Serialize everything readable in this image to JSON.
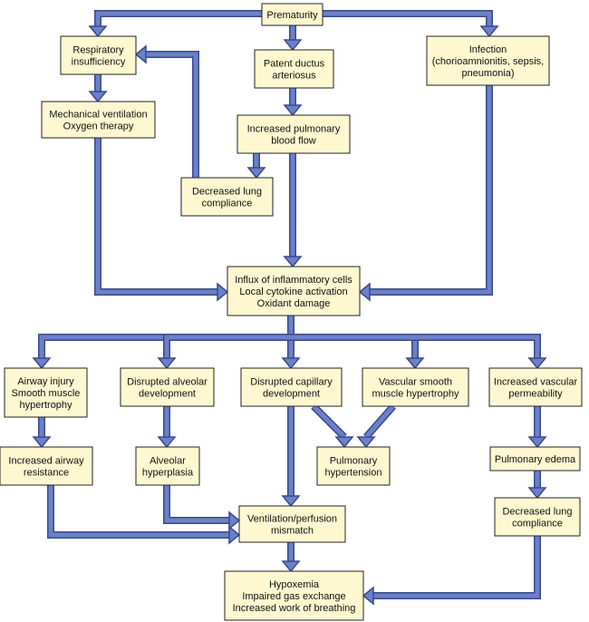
{
  "nodes": {
    "prematurity": [
      "Prematurity"
    ],
    "respiratory_insufficiency": [
      "Respiratory",
      "insufficiency"
    ],
    "patent_ductus": [
      "Patent ductus",
      "arteriosus"
    ],
    "infection": [
      "Infection",
      "(chorioamnionitis, sepsis,",
      "pneumonia)"
    ],
    "mechanical_ventilation": [
      "Mechanical ventilation",
      "Oxygen therapy"
    ],
    "increased_pulmonary_flow": [
      "Increased pulmonary",
      "blood flow"
    ],
    "decreased_compliance_top": [
      "Decreased lung",
      "compliance"
    ],
    "influx": [
      "Influx of inflammatory cells",
      "Local cytokine activation",
      "Oxidant damage"
    ],
    "airway_injury": [
      "Airway injury",
      "Smooth muscle",
      "hypertrophy"
    ],
    "disrupted_alveolar": [
      "Disrupted alveolar",
      "development"
    ],
    "disrupted_capillary": [
      "Disrupted capillary",
      "development"
    ],
    "vascular_smooth_muscle": [
      "Vascular smooth",
      "muscle hypertrophy"
    ],
    "increased_permeability": [
      "Increased vascular",
      "permeability"
    ],
    "increased_airway_resistance": [
      "Increased airway",
      "resistance"
    ],
    "alveolar_hyperplasia": [
      "Alveolar",
      "hyperplasia"
    ],
    "pulmonary_hypertension": [
      "Pulmonary",
      "hypertension"
    ],
    "pulmonary_edema": [
      "Pulmonary edema"
    ],
    "vq_mismatch": [
      "Ventilation/perfusion",
      "mismatch"
    ],
    "decreased_compliance_bottom": [
      "Decreased lung",
      "compliance"
    ],
    "hypoxemia": [
      "Hypoxemia",
      "Impaired gas exchange",
      "Increased work of breathing"
    ]
  },
  "colors": {
    "box_fill": "#fdf8d0",
    "box_border": "#222222",
    "arrow_fill": "#6b80c8",
    "arrow_outline": "#3a4a8c"
  }
}
